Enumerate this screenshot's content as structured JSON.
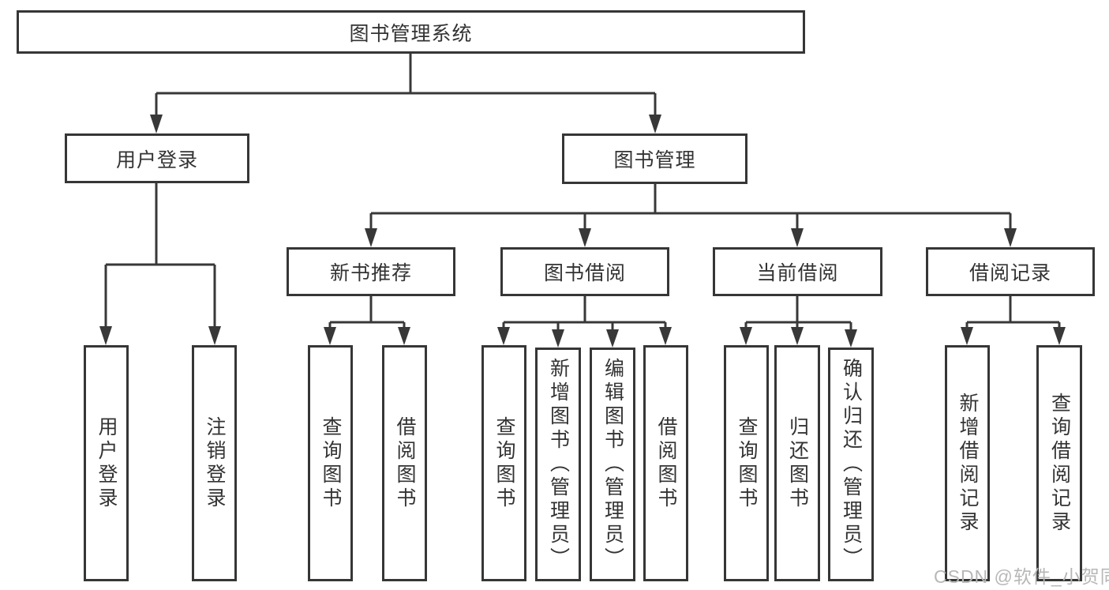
{
  "diagram": {
    "type": "tree",
    "background": "#ffffff",
    "line_color": "#383838",
    "box_border_color": "#363636",
    "text_color": "#333333",
    "nodes": {
      "root": {
        "label": "图书管理系统",
        "children": [
          "user_login",
          "book_mgmt"
        ]
      },
      "user_login": {
        "label": "用户登录",
        "children": [
          "leaf_user_login",
          "leaf_logout"
        ]
      },
      "book_mgmt": {
        "label": "图书管理",
        "children": [
          "new_book_rec",
          "book_borrow",
          "current_borrow",
          "borrow_records"
        ]
      },
      "new_book_rec": {
        "label": "新书推荐",
        "children": [
          "nb_query_book",
          "nb_borrow_book"
        ]
      },
      "book_borrow": {
        "label": "图书借阅",
        "children": [
          "bb_query_book",
          "bb_add_book",
          "bb_edit_book",
          "bb_borrow_book"
        ]
      },
      "current_borrow": {
        "label": "当前借阅",
        "children": [
          "cb_query_book",
          "cb_return_book",
          "cb_confirm_return"
        ]
      },
      "borrow_records": {
        "label": "借阅记录",
        "children": [
          "br_add_record",
          "br_query_record"
        ]
      },
      "leaf_user_login": {
        "label": "用户登录"
      },
      "leaf_logout": {
        "label": "注销登录"
      },
      "nb_query_book": {
        "label": "查询图书"
      },
      "nb_borrow_book": {
        "label": "借阅图书"
      },
      "bb_query_book": {
        "label": "查询图书"
      },
      "bb_add_book": {
        "label": "新增图书（管理员）"
      },
      "bb_edit_book": {
        "label": "编辑图书（管理员）"
      },
      "bb_borrow_book": {
        "label": "借阅图书"
      },
      "cb_query_book": {
        "label": "查询图书"
      },
      "cb_return_book": {
        "label": "归还图书"
      },
      "cb_confirm_return": {
        "label": "确认归还（管理员）"
      },
      "br_add_record": {
        "label": "新增借阅记录"
      },
      "br_query_record": {
        "label": "查询借阅记录"
      }
    }
  },
  "watermark": {
    "text": "CSDN @软件_小贺同学",
    "color": "#b7b7b7"
  }
}
